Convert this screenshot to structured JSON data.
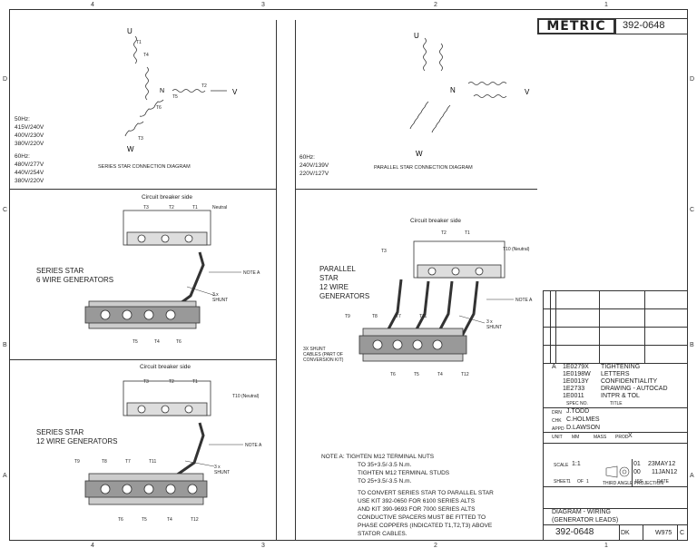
{
  "zones": {
    "top": [
      "4",
      "3",
      "2",
      "1"
    ],
    "bottom": [
      "4",
      "3",
      "2",
      "1"
    ],
    "left": [
      "D",
      "C",
      "B",
      "A"
    ],
    "right": [
      "D",
      "C",
      "B",
      "A"
    ]
  },
  "header": {
    "brand": "METRIC",
    "part_number": "392-0648"
  },
  "panel_series_star": {
    "title": "SERIES STAR CONNECTION DIAGRAM",
    "node_u": "U",
    "node_v": "V",
    "node_w": "W",
    "node_n": "N",
    "coil_labels": [
      "T1",
      "T2",
      "T3",
      "T4",
      "T5",
      "T6"
    ],
    "voltages_50hz_heading": "50Hz:",
    "voltages_50hz": [
      "415V/240V",
      "400V/230V",
      "380V/220V"
    ],
    "voltages_60hz_heading": "60Hz:",
    "voltages_60hz": [
      "480V/277V",
      "440V/254V",
      "380V/220V"
    ]
  },
  "panel_parallel_star": {
    "title": "PARALLEL STAR CONNECTION DIAGRAM",
    "node_u": "U",
    "node_v": "V",
    "node_w": "W",
    "node_n": "N",
    "voltages_60hz_heading": "60Hz:",
    "voltages_60hz": [
      "240V/139V",
      "220V/127V"
    ]
  },
  "panel_series_6wire": {
    "label_lines": [
      "SERIES STAR",
      "6 WIRE GENERATORS"
    ],
    "breaker_caption": "Circuit breaker side",
    "terminals_top": [
      "T3",
      "T2",
      "T1"
    ],
    "neutral": "Neutral",
    "note_a": "NOTE A",
    "shunt_lines": [
      "3 x",
      "SHUNT"
    ],
    "terminals_bottom": [
      "T5",
      "T4",
      "T6"
    ]
  },
  "panel_series_12wire": {
    "label_lines": [
      "SERIES STAR",
      "12 WIRE GENERATORS"
    ],
    "breaker_caption": "Circuit breaker side",
    "terminals_top": [
      "T3",
      "T2",
      "T1"
    ],
    "neutral": "T10 (Neutral)",
    "note_a": "NOTE A",
    "shunt_lines": [
      "3 x",
      "SHUNT"
    ],
    "terminals_studs": [
      "T9",
      "T8",
      "T7",
      "T11"
    ],
    "terminals_bottom": [
      "T6",
      "T5",
      "T4",
      "T12"
    ]
  },
  "panel_parallel_12wire": {
    "label_lines": [
      "PARALLEL",
      "STAR",
      "12 WIRE",
      "GENERATORS"
    ],
    "breaker_caption": "Circuit breaker side",
    "terminals_top": [
      "T3",
      "T2",
      "T1"
    ],
    "neutral": "T10 (Neutral)",
    "note_a": "NOTE A",
    "shunt_lines": [
      "3 x",
      "SHUNT"
    ],
    "shunt_cables": [
      "3X SHUNT",
      "CABLES (PART OF",
      "CONVERSION KIT)"
    ],
    "terminals_studs": [
      "T9",
      "T8",
      "T7",
      "T11"
    ],
    "terminals_bottom": [
      "T6",
      "T5",
      "T4",
      "T12"
    ]
  },
  "notes": {
    "note_a_lines": [
      "NOTE A: TIGHTEN M12 TERMINAL NUTS",
      "TO 35+3.5/-3.5 N.m.",
      "TIGHTEN M12 TERMINAL STUDS",
      "TO 25+3.5/-3.5 N.m."
    ],
    "conversion_lines": [
      "TO CONVERT SERIES STAR TO PARALLEL STAR",
      "USE KIT 392-0650 FOR 6100 SERIES ALTS",
      "AND KIT 390-9693 FOR 7000 SERIES ALTS",
      "CONDUCTIVE SPACERS MUST BE FITTED TO",
      "PHASE COPPERS (INDICATED T1,T2,T3) ABOVE",
      "STATOR CABLES."
    ]
  },
  "title_block": {
    "references": [
      {
        "code": "1E0279X",
        "desc": "TIGHTENING"
      },
      {
        "code": "1E0198W",
        "desc": "LETTERS"
      },
      {
        "code": "1E0013Y",
        "desc": "CONFIDENTIALITY"
      },
      {
        "code": "1E2733",
        "desc": "DRAWING - AUTOCAD"
      },
      {
        "code": "1E0011",
        "desc": "INTPR & TOL"
      }
    ],
    "ref_prefix": "A",
    "ref_headers": [
      "SPEC NO.",
      "TITLE"
    ],
    "people": [
      {
        "role": "DRN",
        "name": "J.TODD"
      },
      {
        "role": "CHK",
        "name": "C.HOLMES"
      },
      {
        "role": "APPD",
        "name": "D.LAWSON"
      }
    ],
    "unit_row": [
      "UNIT",
      "MM",
      "MASS",
      "PROD",
      "X"
    ],
    "scale_label": "SCALE",
    "scale": "1:1",
    "sheet_label": "SHEET",
    "sheet": "1",
    "sheet_of": "OF",
    "sheet_total": "1",
    "projection": "THIRD ANGLE PROJECTION",
    "revisions": [
      {
        "rev": "01",
        "date": "23MAY12"
      },
      {
        "rev": "00",
        "date": "11JAN12"
      }
    ],
    "rev_headers": [
      "ISS",
      "DATE"
    ],
    "title_lines": [
      "DIAGRAM - WIRING",
      "(GENERATOR LEADS)"
    ],
    "drawing_number": "392-0648",
    "size": "DK",
    "ecn": "W975",
    "sheet_size": "C"
  }
}
